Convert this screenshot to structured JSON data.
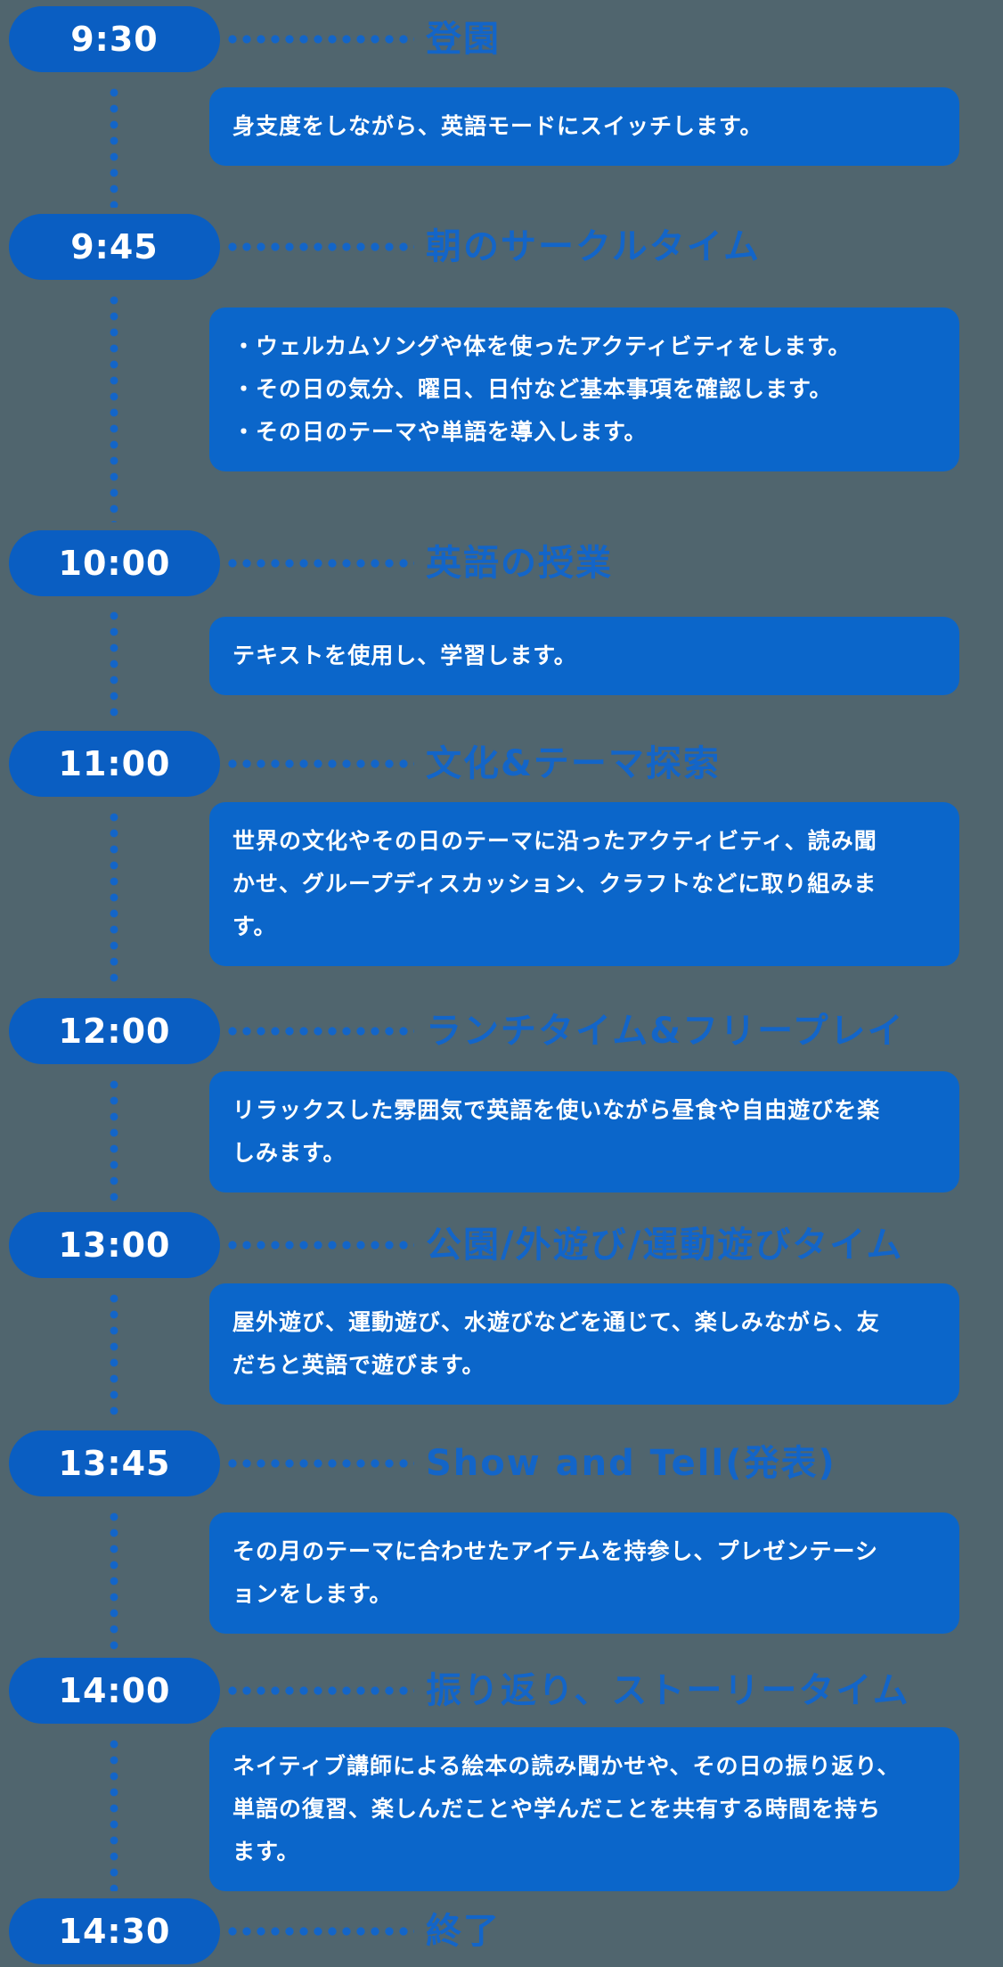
{
  "colors": {
    "bg": "#50656e",
    "pill": "#0a5ec2",
    "box": "#0b66ca",
    "accent": "#1365c8",
    "text": "#ffffff"
  },
  "sections": [
    {
      "time": "9:30",
      "title": "登園",
      "description": "身支度をしながら、英語モードにスイッチします。"
    },
    {
      "time": "9:45",
      "title": "朝のサークルタイム",
      "description": "・ウェルカムソングや体を使ったアクティビティをします。\n・その日の気分、曜日、日付など基本事項を確認します。\n・その日のテーマや単語を導入します。"
    },
    {
      "time": "10:00",
      "title": "英語の授業",
      "description": "テキストを使用し、学習します。"
    },
    {
      "time": "11:00",
      "title": "文化&テーマ探索",
      "description": "世界の文化やその日のテーマに沿ったアクティビティ、読み聞\nかせ、グループディスカッション、クラフトなどに取り組みま\nす。"
    },
    {
      "time": "12:00",
      "title": "ランチタイム&フリープレイ",
      "description": "リラックスした雰囲気で英語を使いながら昼食や自由遊びを楽\nしみます。"
    },
    {
      "time": "13:00",
      "title": "公園/外遊び/運動遊びタイム",
      "description": "屋外遊び、運動遊び、水遊びなどを通じて、楽しみながら、友\nだちと英語で遊びます。"
    },
    {
      "time": "13:45",
      "title": "Show and Tell(発表)",
      "description": "その月のテーマに合わせたアイテムを持参し、プレゼンテーシ\nョンをします。"
    },
    {
      "time": "14:00",
      "title": "振り返り、ストーリータイム",
      "description": "ネイティブ講師による絵本の読み聞かせや、その日の振り返り、\n単語の復習、楽しんだことや学んだことを共有する時間を持ち\nます。"
    },
    {
      "time": "14:30",
      "title": "終了",
      "description": ""
    }
  ]
}
